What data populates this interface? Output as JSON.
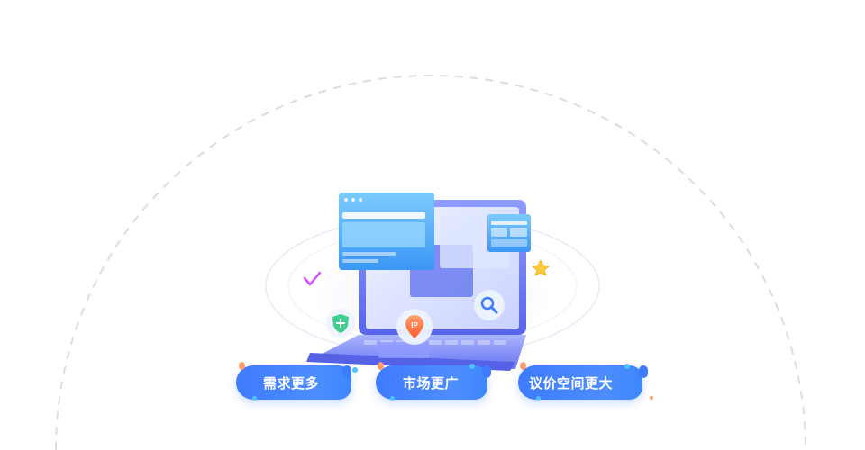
{
  "illustration": {
    "icons": [
      "browser-window-icon",
      "laptop-icon",
      "check-icon",
      "star-icon",
      "shield-plus-icon",
      "ip-location-pin-icon",
      "search-icon"
    ],
    "pin_text": "IP"
  },
  "tags": [
    {
      "label": "需求更多"
    },
    {
      "label": "市场更广"
    },
    {
      "label": "议价空间更大"
    }
  ],
  "colors": {
    "accent": "#3f7bff",
    "laptop": "#6f7ff5",
    "window": "#58b7ff",
    "pin": "#ff7a45",
    "shield": "#3ecf8e",
    "check": "#d64bff",
    "star": "#ffc93d"
  }
}
